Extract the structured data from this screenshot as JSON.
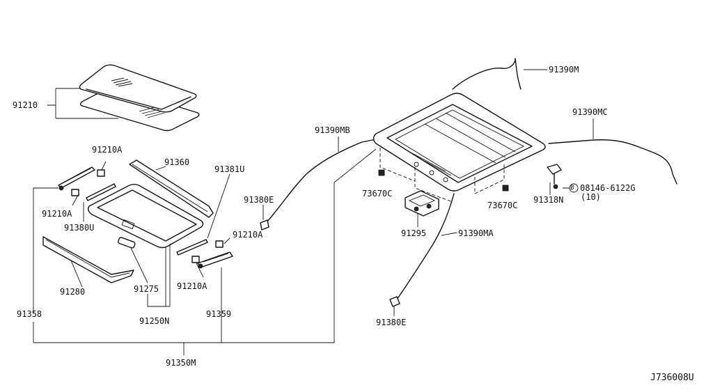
{
  "diagram": {
    "drawing_code": "J736008U",
    "labels": [
      {
        "id": "p91210",
        "text": "91210"
      },
      {
        "id": "p91210a_1",
        "text": "91210A"
      },
      {
        "id": "p91360",
        "text": "91360"
      },
      {
        "id": "p91381u",
        "text": "91381U"
      },
      {
        "id": "p91210a_2",
        "text": "91210A"
      },
      {
        "id": "p91380u",
        "text": "91380U"
      },
      {
        "id": "p91380e_1",
        "text": "91380E"
      },
      {
        "id": "p91210a_3",
        "text": "91210A"
      },
      {
        "id": "p91210a_4",
        "text": "91210A"
      },
      {
        "id": "p91280",
        "text": "91280"
      },
      {
        "id": "p91275",
        "text": "91275"
      },
      {
        "id": "p91358",
        "text": "91358"
      },
      {
        "id": "p91250n",
        "text": "91250N"
      },
      {
        "id": "p91359",
        "text": "91359"
      },
      {
        "id": "p91350m",
        "text": "91350M"
      },
      {
        "id": "p91390mb",
        "text": "91390MB"
      },
      {
        "id": "p91390m",
        "text": "91390M"
      },
      {
        "id": "p91390mc",
        "text": "91390MC"
      },
      {
        "id": "p73670c_1",
        "text": "73670C"
      },
      {
        "id": "p73670c_2",
        "text": "73670C"
      },
      {
        "id": "p91318n",
        "text": "91318N"
      },
      {
        "id": "p08146",
        "text": "08146-6122G"
      },
      {
        "id": "qty10",
        "text": "(10)"
      },
      {
        "id": "p91295",
        "text": "91295"
      },
      {
        "id": "p91390ma",
        "text": "91390MA"
      },
      {
        "id": "p91380e_2",
        "text": "91380E"
      }
    ],
    "bolt_symbol": "B"
  }
}
